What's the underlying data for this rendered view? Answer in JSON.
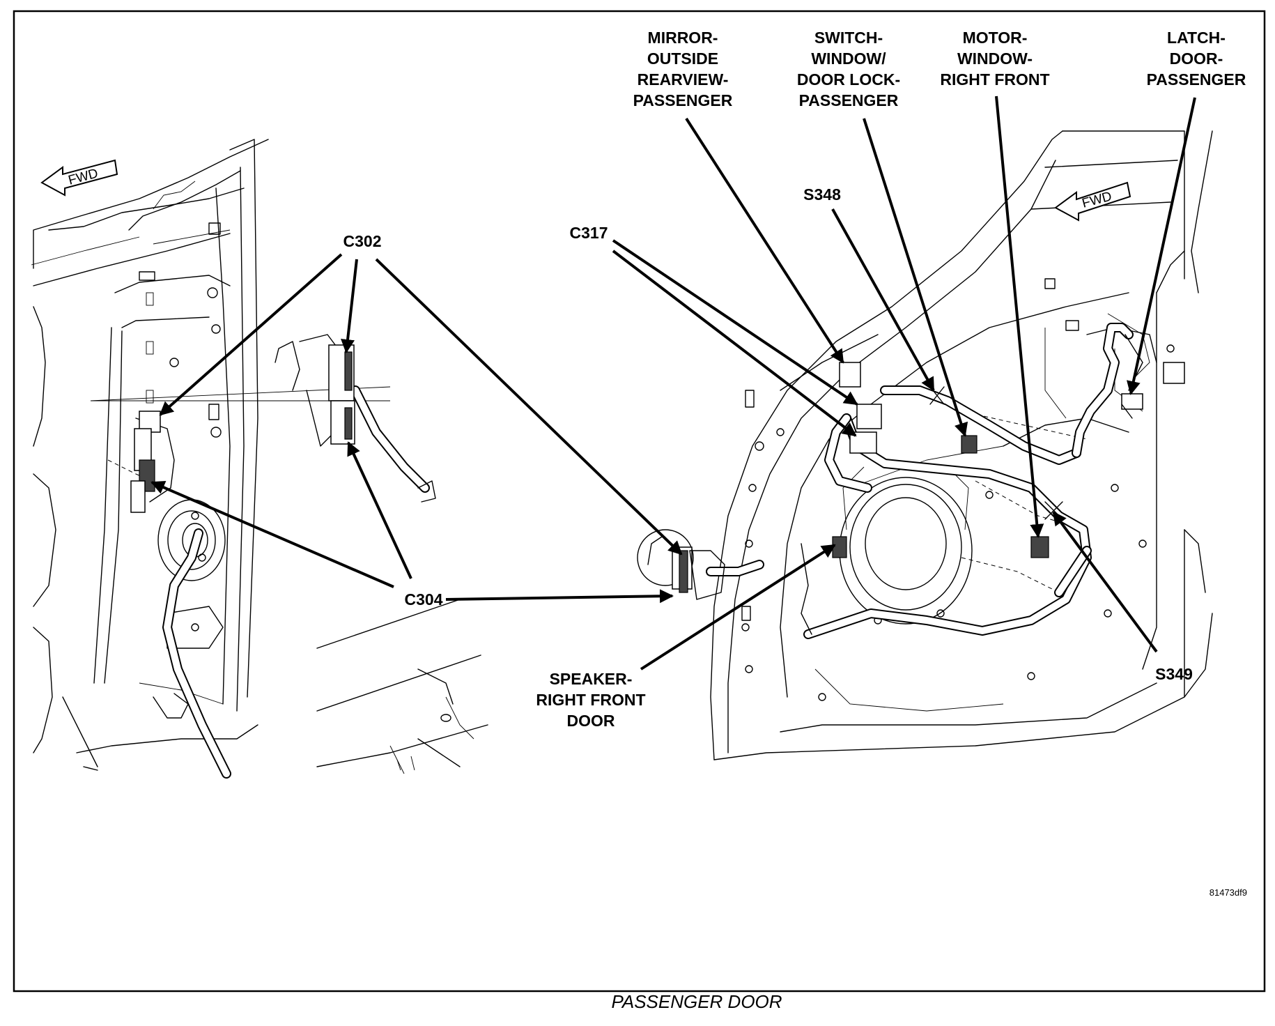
{
  "caption": "PASSENGER DOOR",
  "figure_id": "81473df9",
  "fwd_label": "FWD",
  "callouts": {
    "c302": "C302",
    "c304": "C304",
    "c317": "C317",
    "s348": "S348",
    "s349": "S349",
    "mirror": [
      "MIRROR-",
      "OUTSIDE",
      "REARVIEW-",
      "PASSENGER"
    ],
    "switch": [
      "SWITCH-",
      "WINDOW/",
      "DOOR LOCK-",
      "PASSENGER"
    ],
    "motor": [
      "MOTOR-",
      "WINDOW-",
      "RIGHT FRONT"
    ],
    "latch": [
      "LATCH-",
      "DOOR-",
      "PASSENGER"
    ],
    "speaker": [
      "SPEAKER-",
      "RIGHT FRONT",
      "DOOR"
    ]
  }
}
